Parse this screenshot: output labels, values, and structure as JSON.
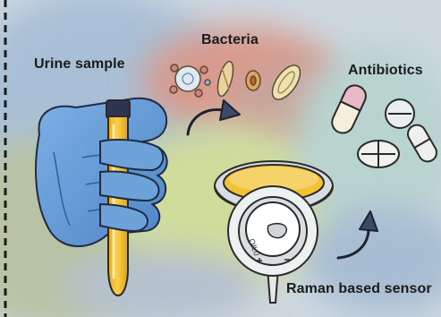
{
  "labels": {
    "urine_sample": "Urine sample",
    "bacteria": "Bacteria",
    "antibiotics": "Antibiotics",
    "sensor": "Raman based sensor"
  },
  "sensor_marking": "OIL0",
  "colors": {
    "glove": "#6a9fd8",
    "glove_shade": "#3f73b5",
    "urine": "#f2c22c",
    "cap": "#2d3552",
    "background_blue": "#9fb6cf",
    "background_green": "#c9d79a",
    "background_red": "#d98b7f",
    "pill_pink": "#e8b9c6",
    "outline": "#2a2a2a"
  },
  "icons": [
    "gloved-hand-icon",
    "test-tube-icon",
    "bacteria-icon",
    "arrow-icon",
    "pill-icon",
    "petri-dish-icon",
    "raman-sensor-icon"
  ]
}
